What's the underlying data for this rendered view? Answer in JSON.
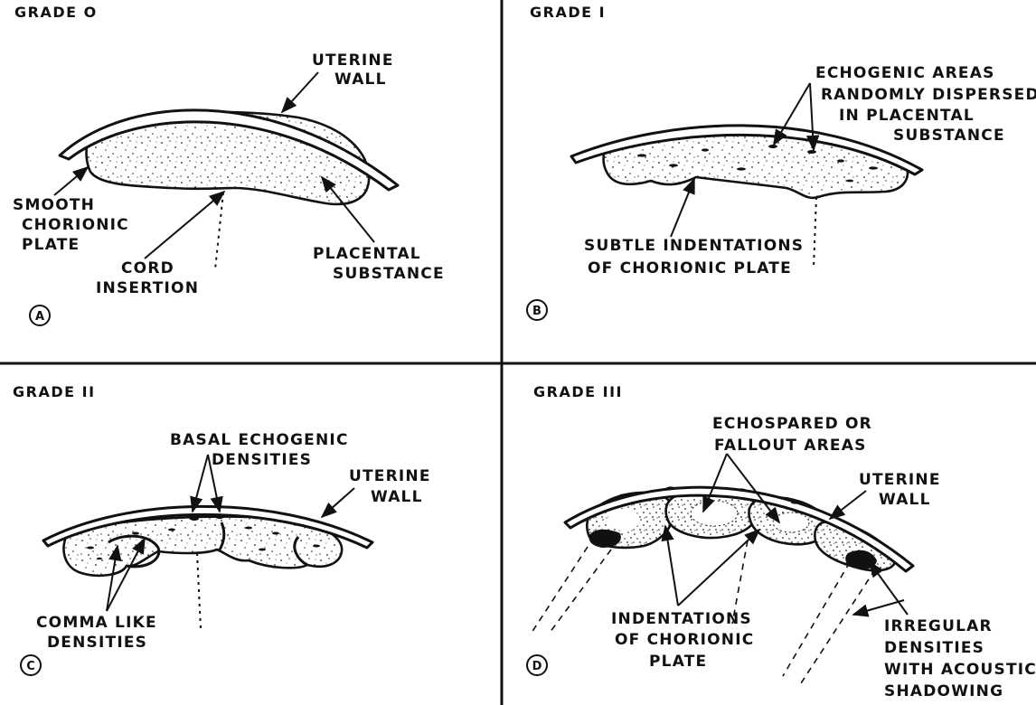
{
  "panels": {
    "a": {
      "grade": "GRADE  O",
      "tag": "A",
      "uterine_wall": [
        "UTERINE",
        "WALL"
      ],
      "smooth_plate": [
        "SMOOTH",
        "CHORIONIC",
        "PLATE"
      ],
      "cord_insertion": [
        "CORD",
        "INSERTION"
      ],
      "placental_substance": [
        "PLACENTAL",
        "SUBSTANCE"
      ]
    },
    "b": {
      "grade": "GRADE  I",
      "tag": "B",
      "echogenic_areas": [
        "ECHOGENIC AREAS",
        "RANDOMLY DISPERSED",
        "IN PLACENTAL",
        "SUBSTANCE"
      ],
      "subtle_indentations": [
        "SUBTLE INDENTATIONS",
        "OF CHORIONIC PLATE"
      ]
    },
    "c": {
      "grade": "GRADE  II",
      "tag": "C",
      "basal_densities": [
        "BASAL ECHOGENIC",
        "DENSITIES"
      ],
      "uterine_wall": [
        "UTERINE",
        "WALL"
      ],
      "comma_densities": [
        "COMMA LIKE",
        "DENSITIES"
      ]
    },
    "d": {
      "grade": "GRADE  III",
      "tag": "D",
      "echospared": [
        "ECHOSPARED OR",
        "FALLOUT AREAS"
      ],
      "uterine_wall": [
        "UTERINE",
        "WALL"
      ],
      "indentations": [
        "INDENTATIONS",
        "OF CHORIONIC",
        "PLATE"
      ],
      "irregular_densities": [
        "IRREGULAR",
        "DENSITIES",
        "WITH ACOUSTIC",
        "SHADOWING"
      ]
    }
  }
}
